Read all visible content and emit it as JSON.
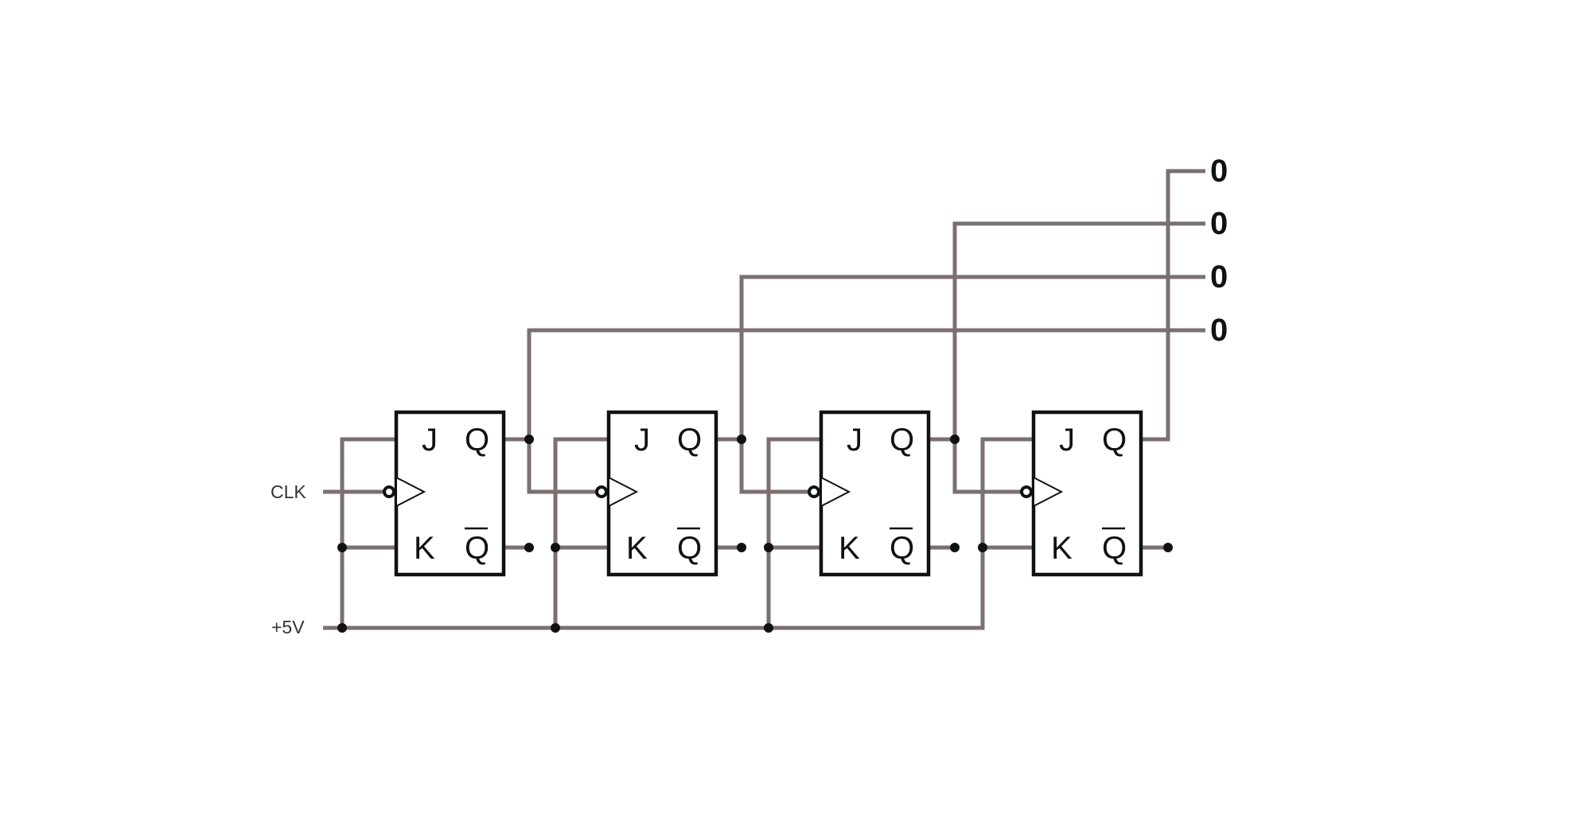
{
  "signals": {
    "clock": "CLK",
    "supply": "+5V"
  },
  "flip_flops": [
    {
      "j": "J",
      "k": "K",
      "q": "Q",
      "q_bar": "Q"
    },
    {
      "j": "J",
      "k": "K",
      "q": "Q",
      "q_bar": "Q"
    },
    {
      "j": "J",
      "k": "K",
      "q": "Q",
      "q_bar": "Q"
    },
    {
      "j": "J",
      "k": "K",
      "q": "Q",
      "q_bar": "Q"
    }
  ],
  "outputs": [
    "0",
    "0",
    "0",
    "0"
  ],
  "colors": {
    "wire": "#7b6f6f",
    "component": "#111111"
  }
}
